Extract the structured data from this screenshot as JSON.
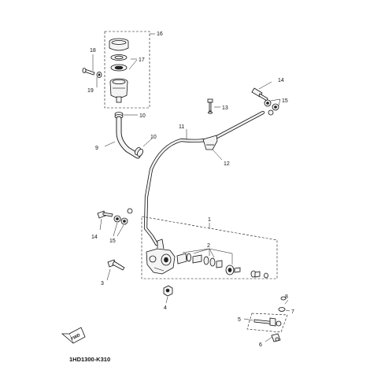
{
  "drawing_code": "1HD1300-K310",
  "fwd_label": "FWD",
  "callouts": {
    "c1": "1",
    "c2": "2",
    "c3": "3",
    "c4": "4",
    "c5": "5",
    "c6": "6",
    "c7": "7",
    "c8": "8",
    "c9": "9",
    "c10a": "10",
    "c10b": "10",
    "c11": "11",
    "c12": "12",
    "c13": "13",
    "c14a": "14",
    "c14b": "14",
    "c15a": "15",
    "c15b": "15",
    "c16": "16",
    "c17": "17",
    "c18": "18",
    "c19": "19"
  }
}
